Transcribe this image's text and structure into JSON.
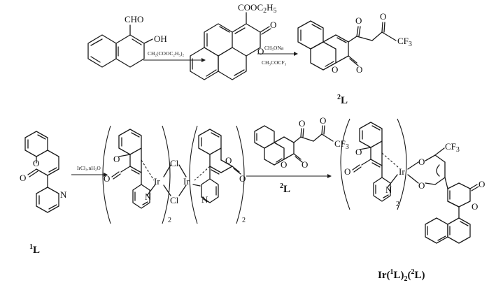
{
  "atoms": {
    "cho": "CHO",
    "oh": "OH",
    "o": "O",
    "n": "N",
    "cl": "Cl",
    "ir": "Ir",
    "cf3": "CF",
    "cf3_sub": "3",
    "cooet": "COOC",
    "cooet_sub1": "2",
    "cooet_h": "H",
    "cooet_sub2": "5"
  },
  "reagents": {
    "step1": "CH₂(COOC₂H₅)₂",
    "step2_top": "CH₃ONa",
    "step2_bottom": "CH₃COCF₃",
    "step3": "IrCl₃.nH₂O",
    "step4_main": "L",
    "step4_sup": "2"
  },
  "labels": {
    "ligand2_sup": "2",
    "ligand2_main": "L",
    "ligand1_sup": "1",
    "ligand1_main": "L",
    "product": "Ir(",
    "product_sup1": "1",
    "product_mid": "L)",
    "product_sub": "2",
    "product_open": "(",
    "product_sup2": "2",
    "product_end": "L)"
  },
  "subscripts": {
    "dimer_left": "2",
    "dimer_right": "2",
    "product_bracket": "2"
  }
}
